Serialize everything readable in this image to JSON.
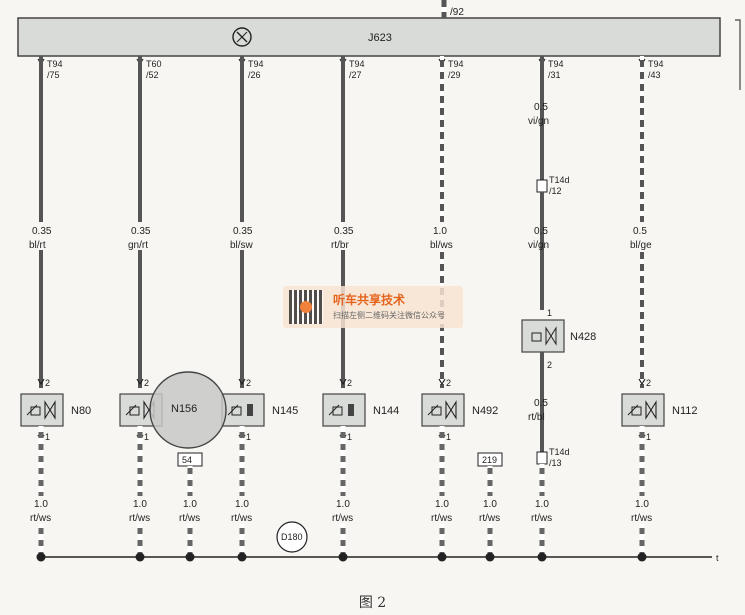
{
  "top_pin": "/92",
  "ecu": {
    "label": "J623"
  },
  "right_marker": "t",
  "caption": "图 2",
  "watermark": {
    "title": "听车共享技术",
    "subtitle": "扫描左侧二维码关注微信公众号",
    "brand_color": "#e4641e"
  },
  "colors": {
    "housing": "#d9dbd8",
    "wire_dark": "#555555",
    "wire_light": "#ffffff",
    "ground": "#222222"
  },
  "wires": [
    {
      "conn": "T94",
      "pin": "/75",
      "gauge": "0.35",
      "color": "bl/rt",
      "component": "N80",
      "gnd_gauge": "1.0",
      "gnd_color": "rt/ws"
    },
    {
      "conn": "T60",
      "pin": "/52",
      "gauge": "0.35",
      "color": "gn/rt",
      "component": "N156",
      "gnd_gauge": "1.0",
      "gnd_color": "rt/ws"
    },
    {
      "conn": "T94",
      "pin": "/26",
      "gauge": "0.35",
      "color": "bl/sw",
      "component": "N145",
      "gnd_gauge": "1.0",
      "gnd_color": "rt/ws"
    },
    {
      "conn": "T94",
      "pin": "/27",
      "gauge": "0.35",
      "color": "rt/br",
      "component": "N144",
      "gnd_gauge": "1.0",
      "gnd_color": "rt/ws"
    },
    {
      "conn": "T94",
      "pin": "/29",
      "gauge": "1.0",
      "color": "bl/ws",
      "component": "N492",
      "gnd_gauge": "1.0",
      "gnd_color": "rt/ws"
    },
    {
      "conn": "T94",
      "pin": "/31",
      "gauge": "0.5",
      "color": "vi/gn",
      "component": "N428",
      "gnd_gauge": "1.0",
      "gnd_color": "rt/ws",
      "mid_conn": "T14d",
      "mid_pin": "/12",
      "mid_gauge": "0.5",
      "mid_color": "vi/gn",
      "low_gauge": "0.5",
      "low_color": "rt/bl",
      "low_conn": "T14d",
      "low_pin": "/13"
    },
    {
      "conn": "T94",
      "pin": "/43",
      "gauge": "0.5",
      "color": "bl/ge",
      "component": "N112",
      "gnd_gauge": "1.0",
      "gnd_color": "rt/ws"
    }
  ],
  "extra_ground_wires": [
    {
      "ref": "54",
      "gnd_gauge": "1.0",
      "gnd_color": "rt/ws"
    },
    {
      "ref": "219",
      "gnd_gauge": "1.0",
      "gnd_color": "rt/ws"
    }
  ],
  "ground_point": "D180",
  "pin_numbers": {
    "top": "2",
    "bottom": "1"
  }
}
